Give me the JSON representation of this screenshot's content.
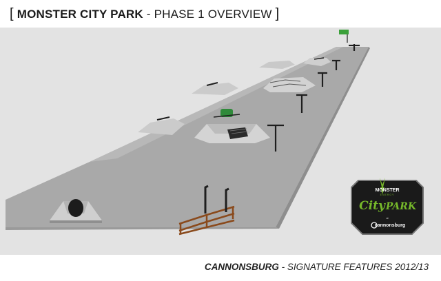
{
  "header": {
    "bracket_open": "[",
    "title": "MONSTER CITY PARK",
    "separator": " - ",
    "subtitle": "PHASE 1 OVERVIEW",
    "bracket_close": "]"
  },
  "scene": {
    "background": "#e3e3e3",
    "deck_color": "#a8a8a8",
    "side_wall_color": "#c2c2c2",
    "monster_green": "#76b82a"
  },
  "logo": {
    "brand": "MONSTER",
    "brand_sub": "ENERGY",
    "line1": "City",
    "line2": "PARK",
    "at": "at",
    "sponsor": "cannonsburg"
  },
  "footer": {
    "location": "CANNONSBURG",
    "separator": " - ",
    "caption": "SIGNATURE FEATURES 2012/13"
  }
}
